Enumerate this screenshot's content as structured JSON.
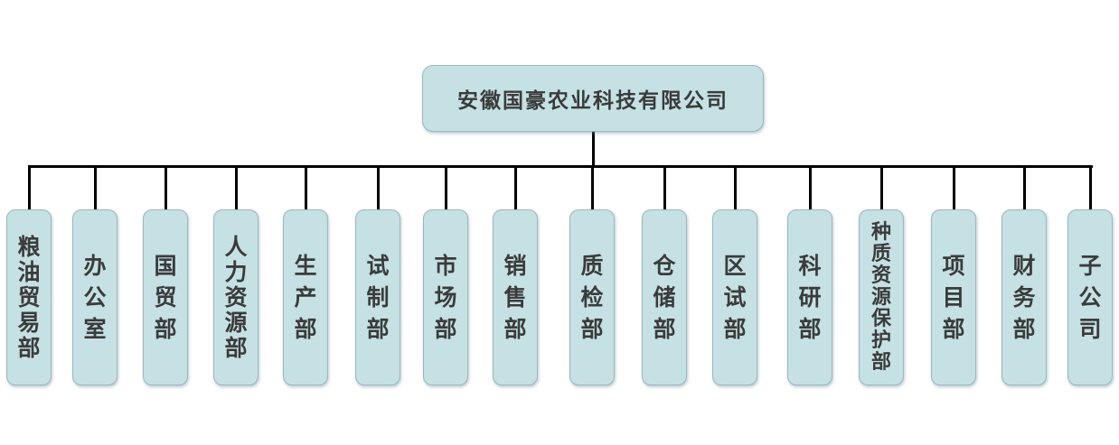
{
  "org_chart": {
    "root": {
      "label": "安徽国豪农业科技有限公司"
    },
    "departments": [
      {
        "label": "粮油贸易部"
      },
      {
        "label": "办公室"
      },
      {
        "label": "国贸部"
      },
      {
        "label": "人力资源部"
      },
      {
        "label": "生产部"
      },
      {
        "label": "试制部"
      },
      {
        "label": "市场部"
      },
      {
        "label": "销售部"
      },
      {
        "label": "质检部"
      },
      {
        "label": "仓储部"
      },
      {
        "label": "区试部"
      },
      {
        "label": "科研部"
      },
      {
        "label": "种质资源保护部"
      },
      {
        "label": "项目部"
      },
      {
        "label": "财务部"
      },
      {
        "label": "子公司"
      }
    ],
    "colors": {
      "node_fill": "#c5e1e4",
      "node_border": "#9cb6be",
      "connector": "#000000",
      "text": "#3b3b3b",
      "background": "#ffffff"
    }
  }
}
